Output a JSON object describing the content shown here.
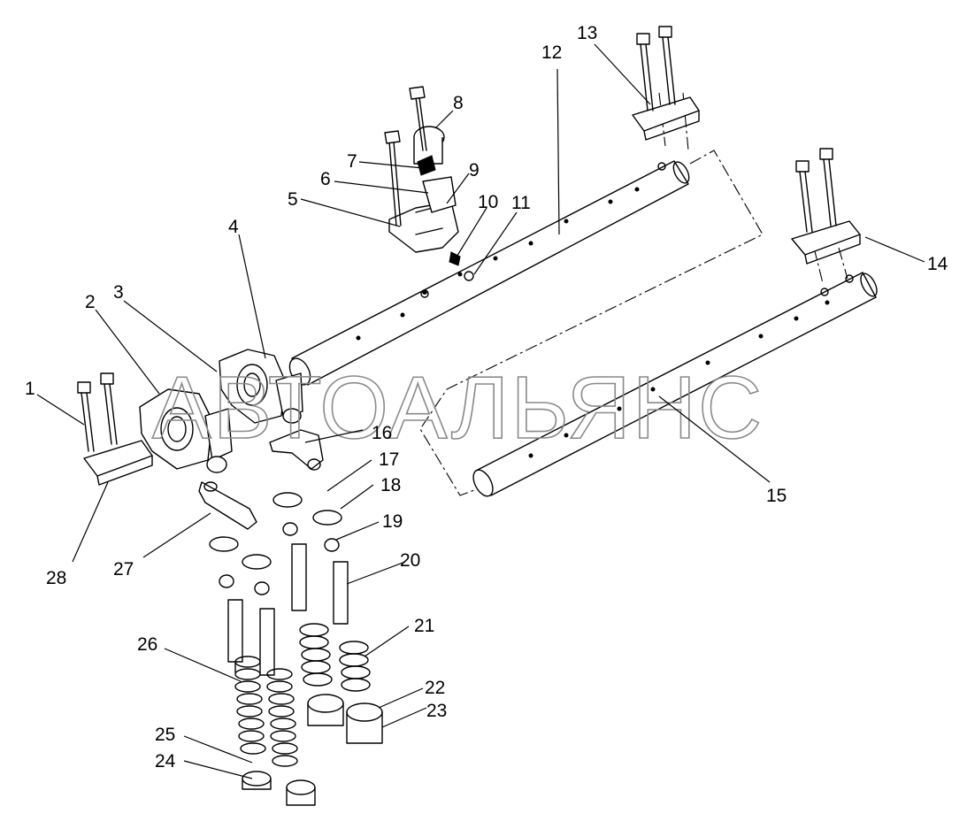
{
  "watermark": "АВТОАЛЬЯНС",
  "callouts": [
    {
      "n": "1"
    },
    {
      "n": "2"
    },
    {
      "n": "3"
    },
    {
      "n": "4"
    },
    {
      "n": "5"
    },
    {
      "n": "6"
    },
    {
      "n": "7"
    },
    {
      "n": "8"
    },
    {
      "n": "9"
    },
    {
      "n": "10"
    },
    {
      "n": "11"
    },
    {
      "n": "12"
    },
    {
      "n": "13"
    },
    {
      "n": "14"
    },
    {
      "n": "15"
    },
    {
      "n": "16"
    },
    {
      "n": "17"
    },
    {
      "n": "18"
    },
    {
      "n": "19"
    },
    {
      "n": "20"
    },
    {
      "n": "21"
    },
    {
      "n": "22"
    },
    {
      "n": "23"
    },
    {
      "n": "24"
    },
    {
      "n": "25"
    },
    {
      "n": "26"
    },
    {
      "n": "27"
    },
    {
      "n": "28"
    }
  ]
}
